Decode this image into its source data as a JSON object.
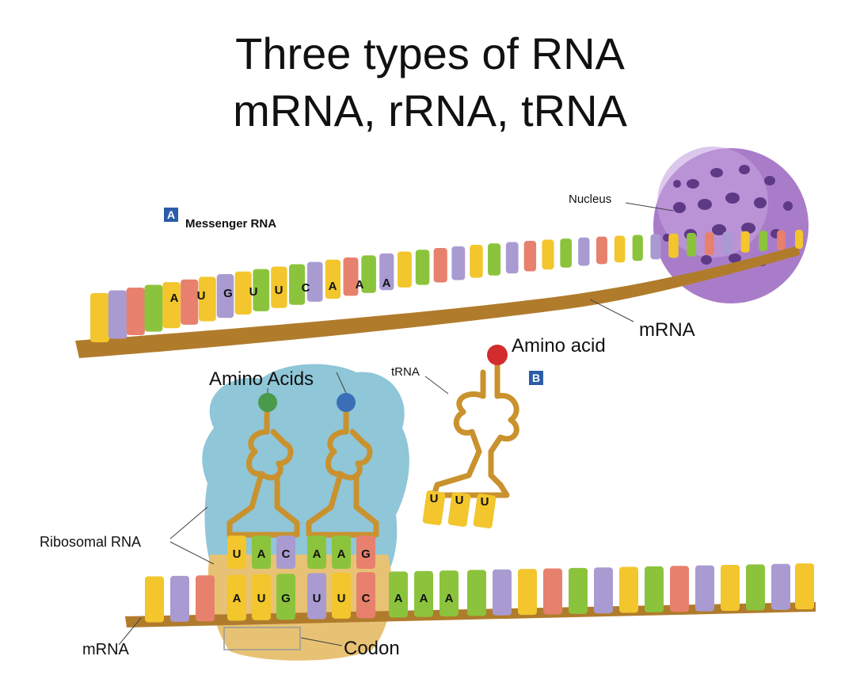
{
  "title": {
    "line1": "Three types of RNA",
    "line2": "mRNA, rRNA, tRNA"
  },
  "panel_a": {
    "badge": "A",
    "label": "Messenger RNA"
  },
  "panel_b": {
    "badge": "B"
  },
  "labels": {
    "nucleus": "Nucleus",
    "mrna_top": "mRNA",
    "amino_acid": "Amino acid",
    "trna": "tRNA",
    "amino_acids": "Amino Acids",
    "ribosomal_rna": "Ribosomal RNA",
    "mrna_bottom": "mRNA",
    "codon": "Codon"
  },
  "sequences": {
    "top_strand_letters": [
      "A",
      "U",
      "G",
      "U",
      "U",
      "C",
      "A",
      "A",
      "A"
    ],
    "trna_b_anticodon": [
      "U",
      "U",
      "U"
    ],
    "trna_left_anticodon": [
      "U",
      "A",
      "C"
    ],
    "trna_right_anticodon": [
      "A",
      "A",
      "G"
    ],
    "bottom_strand_letters": [
      "A",
      "U",
      "G",
      "U",
      "U",
      "C",
      "A",
      "A",
      "A"
    ]
  },
  "colors": {
    "yellow": "#f2c62c",
    "purple": "#a99bd1",
    "salmon": "#e8806e",
    "green": "#8bc43c",
    "backbone": "#b07c2c",
    "nucleus": "#a97cc9",
    "ribosome_blue": "#8fc6d8",
    "ribosome_tan": "#e8c274",
    "trna": "#c9922e",
    "amino_red": "#d22c2c",
    "amino_green": "#4a9a4a",
    "amino_blue": "#3a6fb8"
  }
}
